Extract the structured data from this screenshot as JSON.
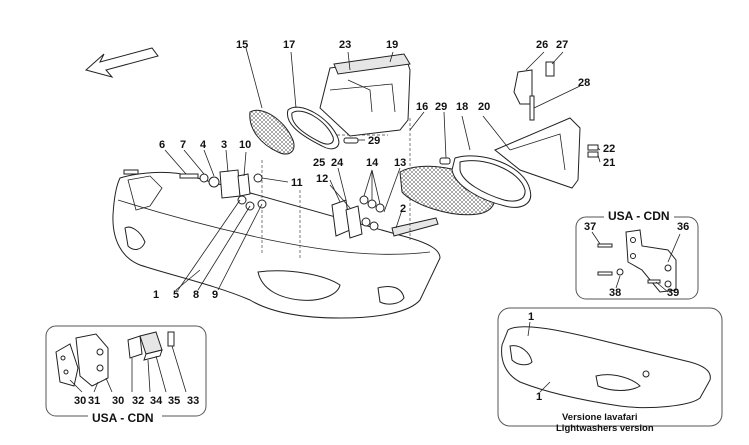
{
  "labels": {
    "n1": "1",
    "n2": "2",
    "n3": "3",
    "n4": "4",
    "n5": "5",
    "n6": "6",
    "n7": "7",
    "n8": "8",
    "n9": "9",
    "n10": "10",
    "n11": "11",
    "n12": "12",
    "n13": "13",
    "n14": "14",
    "n15": "15",
    "n16": "16",
    "n17": "17",
    "n18": "18",
    "n19": "19",
    "n20": "20",
    "n21": "21",
    "n22": "22",
    "n23": "23",
    "n24": "24",
    "n25": "25",
    "n26": "26",
    "n27": "27",
    "n28": "28",
    "n29a": "29",
    "n29b": "29",
    "n30": "30",
    "n30b": "30",
    "n31": "31",
    "n32": "32",
    "n33": "33",
    "n34": "34",
    "n35": "35",
    "n36": "36",
    "n37": "37",
    "n38": "38",
    "n39": "39",
    "inset_n1": "1"
  },
  "insets": {
    "usa_cdn_right": "USA - CDN",
    "usa_cdn_left": "USA - CDN",
    "lightwasher_it": "Versione lavafari",
    "lightwasher_en": "Lightwashers version"
  }
}
